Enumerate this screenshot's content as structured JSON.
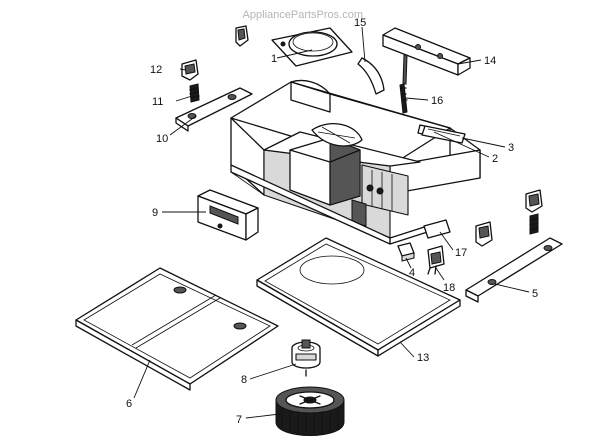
{
  "watermark": "AppliancePartsPros.com",
  "callouts": {
    "p1": "1",
    "p2": "2",
    "p3": "3",
    "p4": "4",
    "p5": "5",
    "p6": "6",
    "p7": "7",
    "p8": "8",
    "p9": "9",
    "p10": "10",
    "p11": "11",
    "p12": "12",
    "p13": "13",
    "p14": "14",
    "p15": "15",
    "p16": "16",
    "p17": "17",
    "p18": "18"
  },
  "colors": {
    "line": "#111111",
    "background": "#ffffff",
    "watermark": "#b5b5b5"
  }
}
